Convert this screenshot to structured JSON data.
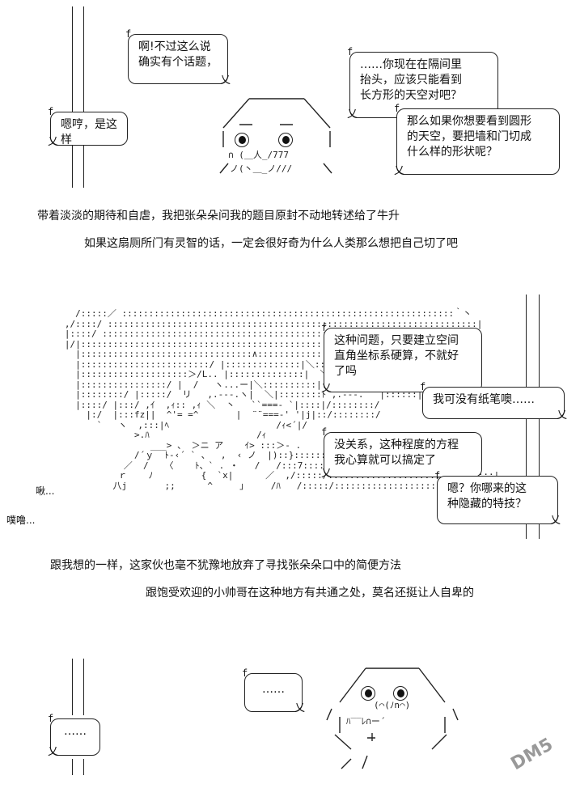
{
  "panel1": {
    "bubble_left_top": [
      "啊!不过这么说",
      "确实有个话题，"
    ],
    "bubble_left_bottom": [
      "嗯哼，是这样"
    ],
    "bubble_right_top": [
      "……你现在在隔间里",
      "抬头，应该只能看到",
      "长方形的天空对吧？"
    ],
    "bubble_right_bottom": [
      "那么如果你想要看到圆形",
      "的天空，要把墙和门切成",
      "什么样的形状呢？"
    ],
    "face_mouth": "∩ (＿人_/777",
    "face_chin": "ノ(丶＿_ノ///"
  },
  "narration1": [
    "带着淡淡的期待和自虐，我把张朵朵问我的题目原封不动地转述给了牛升",
    "如果这扇厕所门有灵智的话，一定会很好奇为什么人类那么想把自己切了吧"
  ],
  "panel2": {
    "bubble_a": [
      "这种问题，只要建立空间",
      "直角坐标系硬算，不就好",
      "了吗"
    ],
    "bubble_b": [
      "我可没有纸笔噢……"
    ],
    "bubble_c": [
      "没关系，这种程度的方程",
      "我心算就可以搞定了"
    ],
    "bubble_d": [
      "嗯？你哪来的这",
      "种隐藏的特技？"
    ],
    "sfx1": "啾...",
    "sfx2": "噗噜..."
  },
  "narration2": [
    "跟我想的一样，这家伙也毫不犹豫地放弃了寻找张朵朵口中的简便方法",
    "跟饱受欢迎的小帅哥在这种地方有共通之处，莫名还挺让人自卑的"
  ],
  "panel3": {
    "bubble_left": [
      "……"
    ],
    "bubble_mid": [
      "……"
    ],
    "face_mouth": "(⌒(ﾉn⌒)"
  },
  "watermark": "DM5"
}
